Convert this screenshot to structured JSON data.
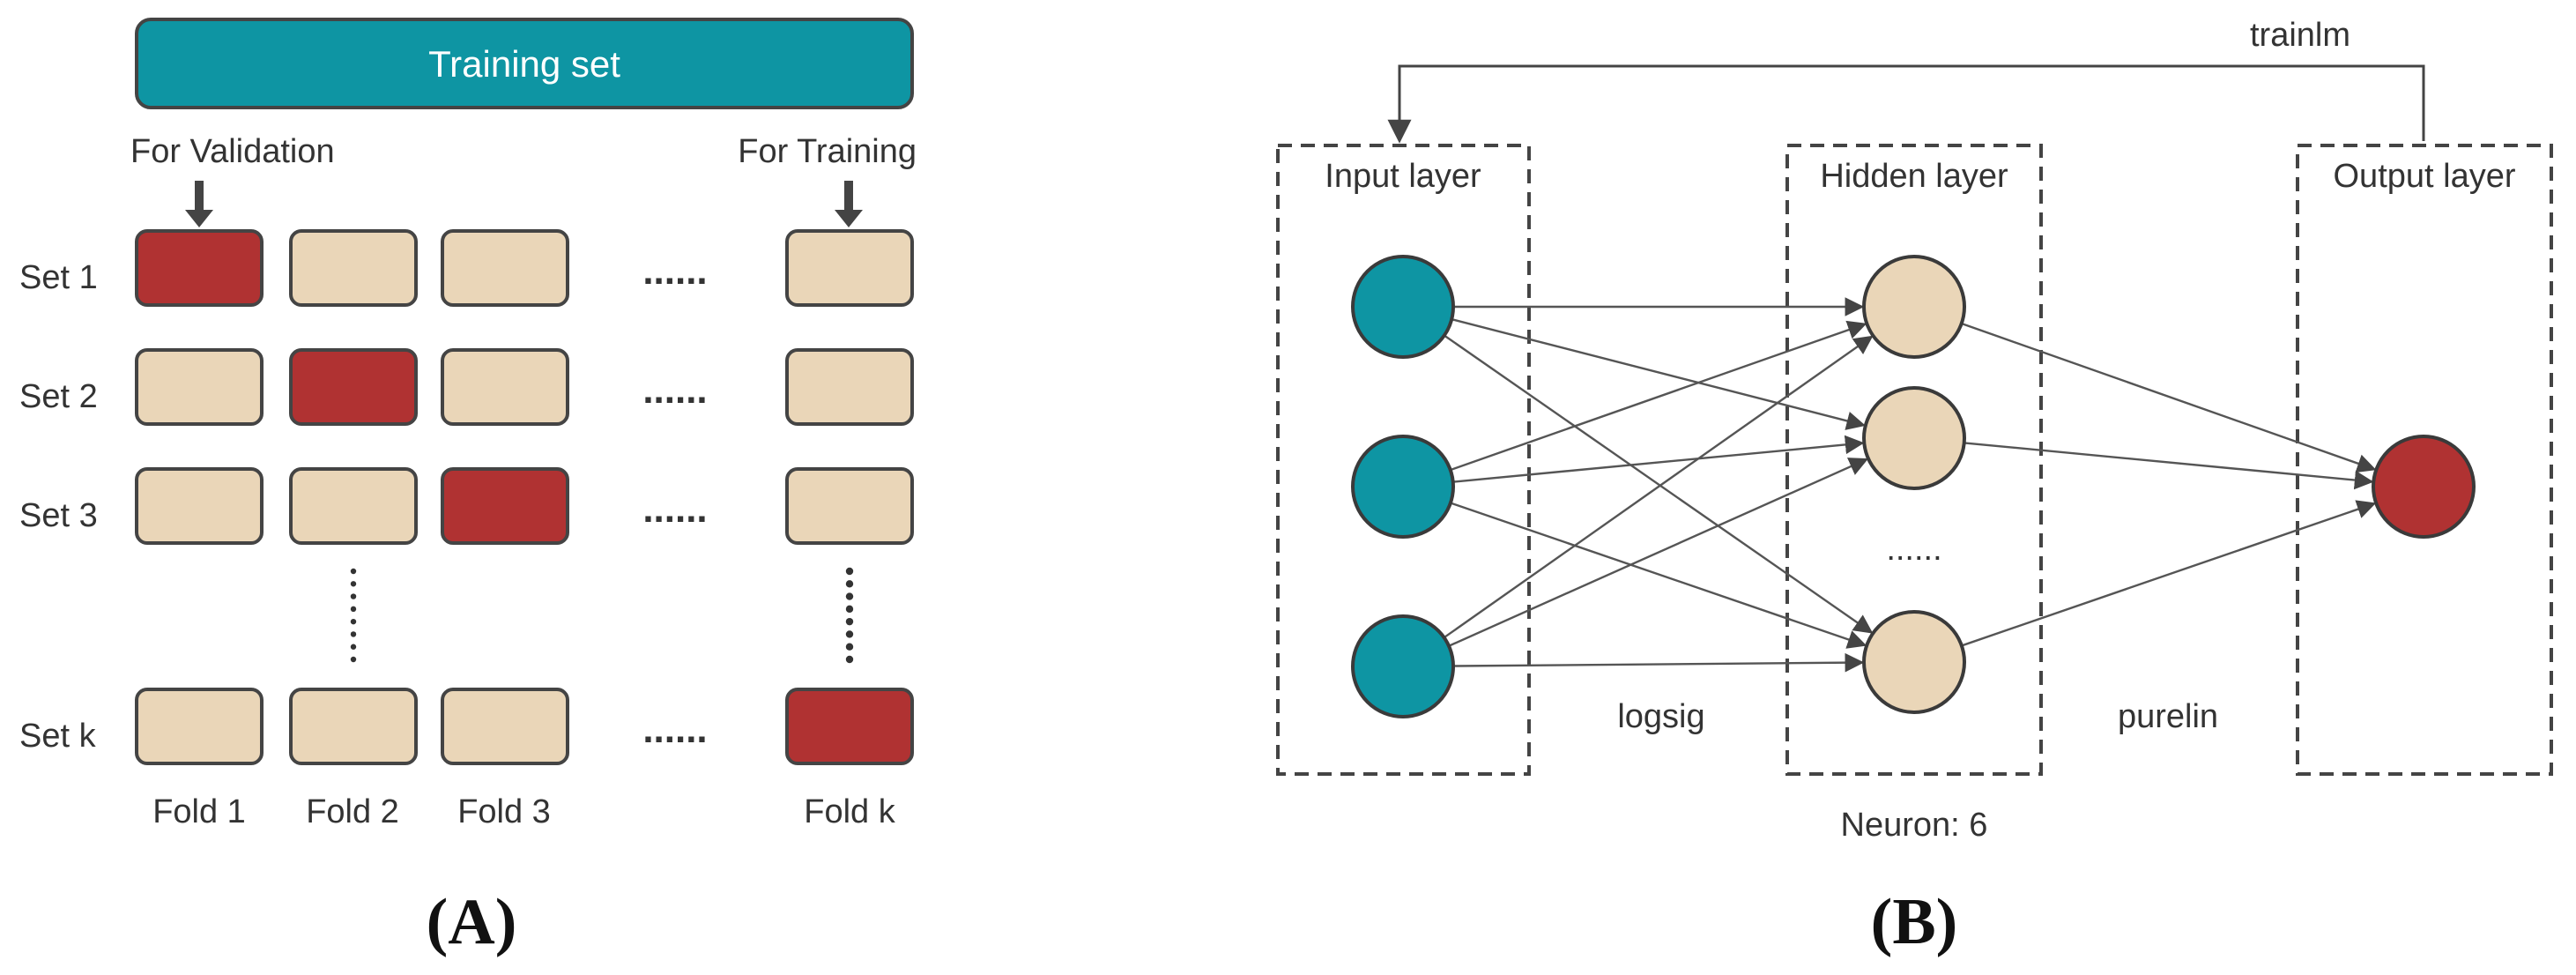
{
  "panel_a": {
    "label": "(A)",
    "training_set": "Training set",
    "for_validation": "For Validation",
    "for_training": "For Training",
    "rows": [
      "Set 1",
      "Set 2",
      "Set 3",
      "Set k"
    ],
    "folds": [
      "Fold 1",
      "Fold 2",
      "Fold 3",
      "Fold k"
    ],
    "ellipsis": "......",
    "validation_fold_index": [
      0,
      1,
      2,
      3
    ]
  },
  "panel_b": {
    "label": "(B)",
    "train_fn": "trainlm",
    "input_layer": "Input layer",
    "hidden_layer": "Hidden layer",
    "output_layer": "Output layer",
    "activation_hidden": "logsig",
    "activation_output": "purelin",
    "neuron_count": "Neuron: 6",
    "hidden_ellipsis": "......"
  },
  "colors": {
    "teal": "#0e95a3",
    "validation_red": "#b03232",
    "training_beige": "#ead6b8",
    "outline": "#444444"
  }
}
